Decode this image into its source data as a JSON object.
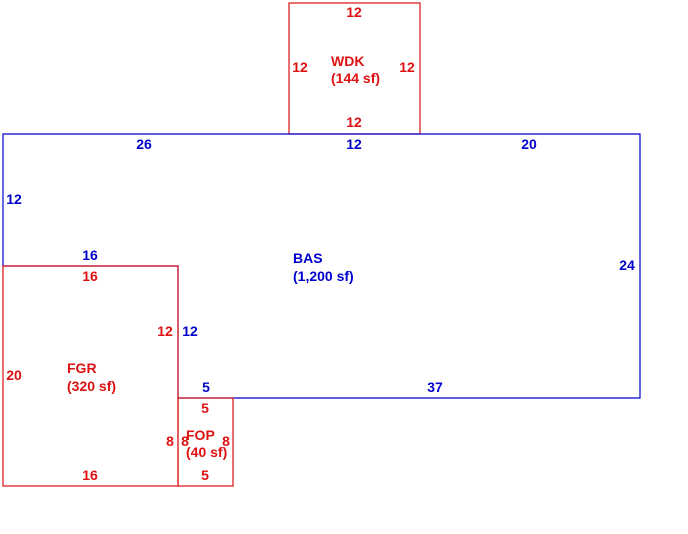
{
  "colors": {
    "blue": "#0000cc",
    "red": "#dd1111",
    "background": "#ffffff"
  },
  "areas": {
    "wdk": {
      "code": "WDK",
      "area": "(144 sf)",
      "color": "red"
    },
    "bas": {
      "code": "BAS",
      "area": "(1,200 sf)",
      "color": "blue"
    },
    "fgr": {
      "code": "FGR",
      "area": "(320 sf)",
      "color": "red"
    },
    "fop": {
      "code": "FOP",
      "area": "(40 sf)",
      "color": "red"
    }
  },
  "dimensions": {
    "wdk": {
      "top": "12",
      "left": "12",
      "right": "12",
      "bottom": "12"
    },
    "bas": {
      "top_left": "26",
      "top_middle": "12",
      "top_right": "20",
      "left": "12",
      "right": "24",
      "step_top": "16",
      "step_side": "12",
      "bottom_short": "5",
      "bottom_long": "37"
    },
    "fgr": {
      "top": "16",
      "left": "20",
      "right": "12",
      "bottom": "16"
    },
    "fop": {
      "top": "5",
      "left_outer": "8",
      "left_inner": "8",
      "right": "8",
      "bottom": "5"
    }
  }
}
